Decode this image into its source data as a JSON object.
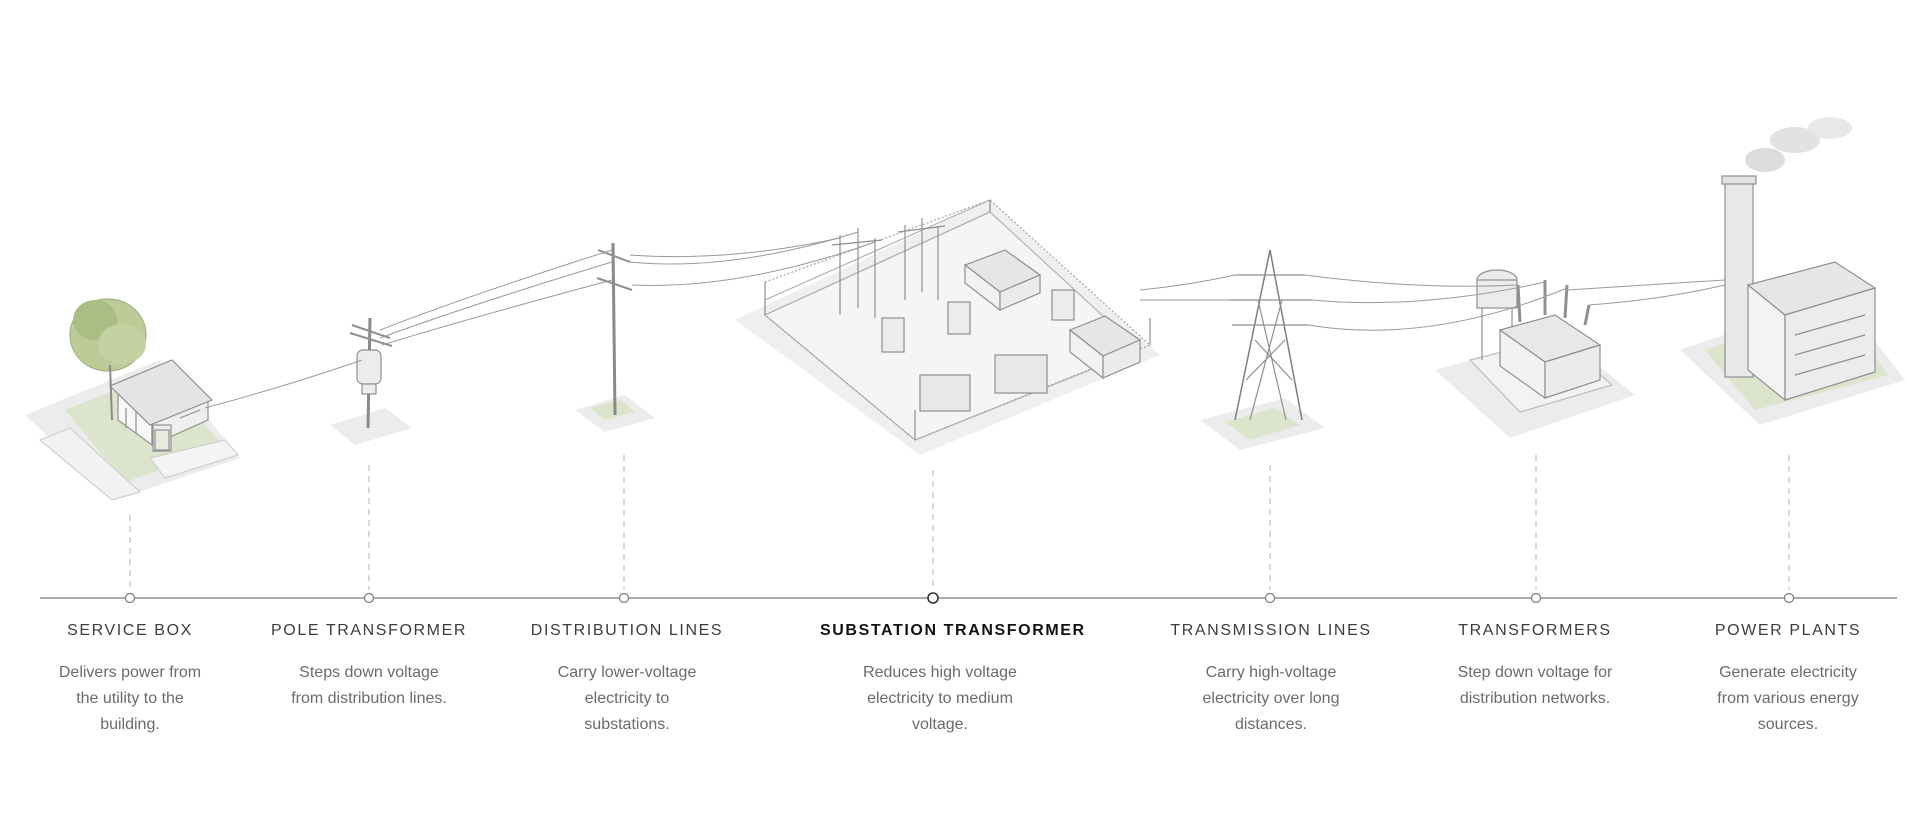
{
  "colors": {
    "line": "#7a7a7a",
    "sketch": "#8f8f8f",
    "ground": "#e6e6e6",
    "grass": "#b9c79a",
    "tree": "#a9bd84",
    "smoke": "#d4d4d4"
  },
  "stages": [
    {
      "title": "SERVICE BOX",
      "description": "Delivers power from the utility to the building.",
      "active": false
    },
    {
      "title": "POLE TRANSFORMER",
      "description": "Steps down voltage from distribution lines.",
      "active": false
    },
    {
      "title": "DISTRIBUTION LINES",
      "description": "Carry lower-voltage electricity to substations.",
      "active": false
    },
    {
      "title": "SUBSTATION TRANSFORMER",
      "description": "Reduces high voltage electricity to medium voltage.",
      "active": true
    },
    {
      "title": "TRANSMISSION LINES",
      "description": "Carry high-voltage electricity over long distances.",
      "active": false
    },
    {
      "title": "TRANSFORMERS",
      "description": "Step down voltage for distribution networks.",
      "active": false
    },
    {
      "title": "POWER PLANTS",
      "description": "Generate electricity from various energy sources.",
      "active": false
    }
  ]
}
